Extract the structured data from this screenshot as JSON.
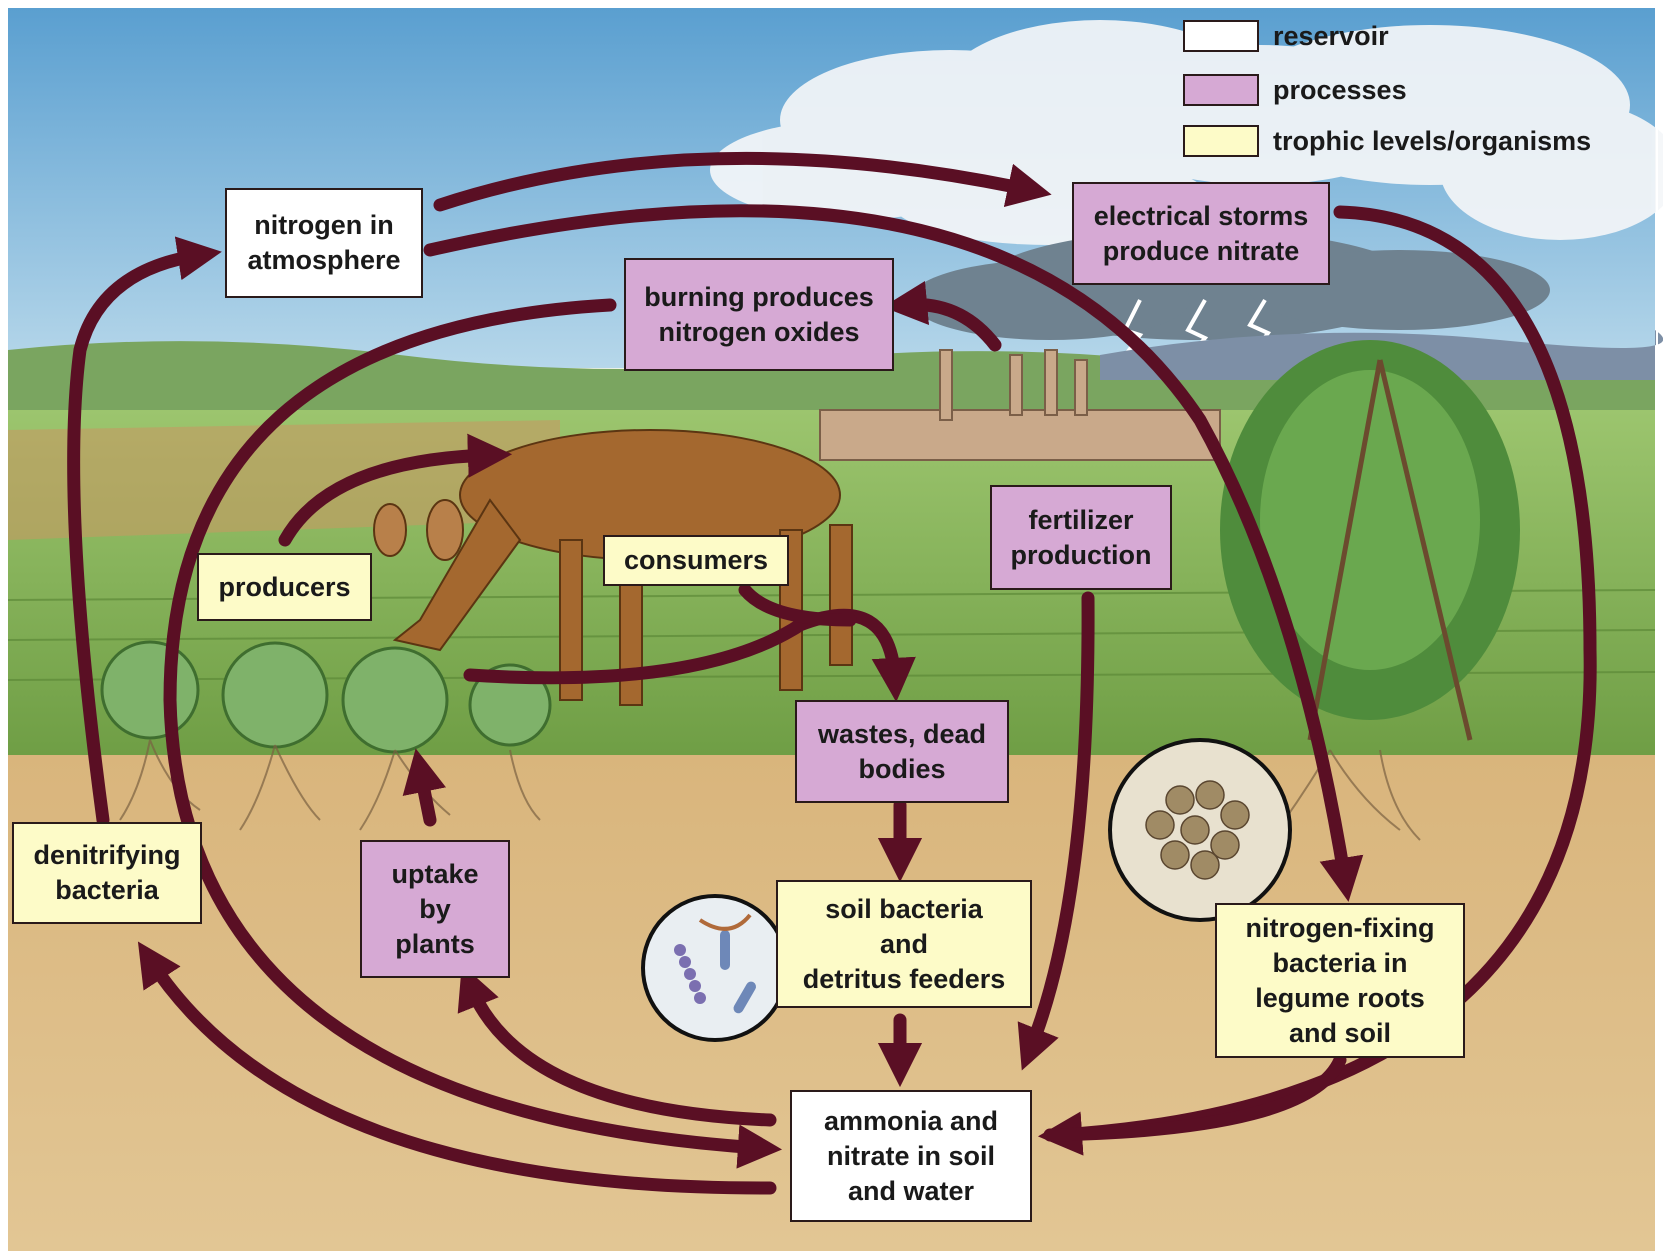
{
  "legend": {
    "reservoir": "reservoir",
    "processes": "processes",
    "trophic": "trophic levels/organisms"
  },
  "colors": {
    "reservoir": "#ffffff",
    "process": "#d6a9d4",
    "trophic": "#fdfbc8",
    "arrow": "#5a0f24"
  },
  "nodes": {
    "nitrogen_atmosphere": "nitrogen in\natmosphere",
    "electrical_storms": "electrical storms\nproduce nitrate",
    "burning": "burning produces\nnitrogen oxides",
    "producers": "producers",
    "consumers": "consumers",
    "fertilizer": "fertilizer\nproduction",
    "wastes": "wastes, dead\nbodies",
    "denitrifying": "denitrifying\nbacteria",
    "uptake": "uptake\nby\nplants",
    "soil_bacteria": "soil bacteria\nand\ndetritus feeders",
    "nitrogen_fixing": "nitrogen-fixing\nbacteria in\nlegume roots\nand soil",
    "ammonia": "ammonia and\nnitrate in soil\nand water"
  }
}
